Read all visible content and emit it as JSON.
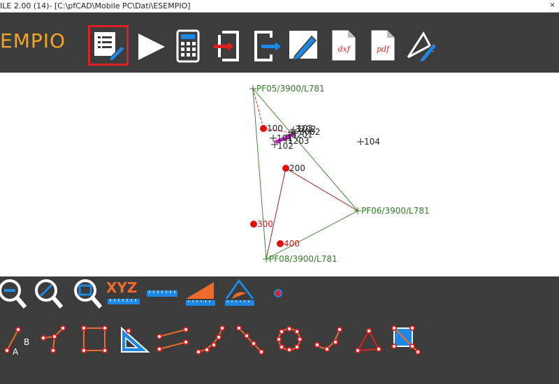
{
  "window": {
    "title": "ILE 2.00 (14)- [C:\\pfCAD\\Mobile PC\\Dati\\ESEMPIO]",
    "close_glyph": "×"
  },
  "project": {
    "name": "EMPIO"
  },
  "toolbar": {
    "buttons": [
      {
        "icon": "list-edit-icon",
        "selected": true
      },
      {
        "icon": "play-icon"
      },
      {
        "icon": "calculator-icon"
      },
      {
        "icon": "import-icon"
      },
      {
        "icon": "export-icon"
      },
      {
        "icon": "edit-pencil-icon"
      },
      {
        "icon": "dxf-file-icon",
        "label": "dxf"
      },
      {
        "icon": "pdf-file-icon",
        "label": "pdf"
      },
      {
        "icon": "draw-lines-icon"
      }
    ]
  },
  "drawing": {
    "points": [
      {
        "label": "PF05/3900/L781",
        "kind": "station"
      },
      {
        "label": "PF06/3900/L781",
        "kind": "station"
      },
      {
        "label": "PF08/3900/L781",
        "kind": "station"
      },
      {
        "label": "100",
        "kind": "red"
      },
      {
        "label": "200",
        "kind": "red"
      },
      {
        "label": "300",
        "kind": "red"
      },
      {
        "label": "400",
        "kind": "red"
      },
      {
        "label": "101",
        "kind": "cross"
      },
      {
        "label": "102",
        "kind": "cross"
      },
      {
        "label": "103",
        "kind": "cross"
      },
      {
        "label": "104",
        "kind": "cross"
      },
      {
        "label": "1203",
        "kind": "cross"
      },
      {
        "label": "3002",
        "kind": "cross"
      },
      {
        "label": "3201",
        "kind": "cross"
      },
      {
        "label": "3202",
        "kind": "cross"
      }
    ],
    "colors": {
      "station": "#2e7d22",
      "red_point": "#e01010",
      "cross": "#222222",
      "highlight": "#cc22cc"
    }
  },
  "bottom_toolbar": {
    "row1": [
      {
        "icon": "zoom-out-icon"
      },
      {
        "icon": "zoom-extents-icon"
      },
      {
        "icon": "zoom-window-icon"
      },
      {
        "icon": "xyz-coordinates-icon",
        "label": "XYZ"
      },
      {
        "icon": "ruler-icon"
      },
      {
        "icon": "area-icon"
      },
      {
        "icon": "angle-measure-icon"
      },
      {
        "icon": "point-marker-icon"
      }
    ],
    "row2": [
      {
        "icon": "point-ab-icon",
        "label_a": "A",
        "label_b": "B"
      },
      {
        "icon": "polyline-branch-icon"
      },
      {
        "icon": "rectangle-points-icon"
      },
      {
        "icon": "set-square-icon"
      },
      {
        "icon": "parallel-lines-icon"
      },
      {
        "icon": "curve-points-icon"
      },
      {
        "icon": "diagonal-points-icon"
      },
      {
        "icon": "circle-points-icon"
      },
      {
        "icon": "arc-points-icon"
      },
      {
        "icon": "triangle-points-icon"
      },
      {
        "icon": "polygon-fill-icon"
      }
    ]
  }
}
